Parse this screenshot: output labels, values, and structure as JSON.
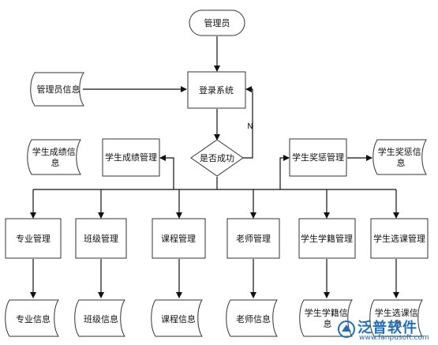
{
  "nodes": {
    "admin": "管理员",
    "admin_info": "管理员信息",
    "login": "登录系统",
    "success": "是否成功",
    "grade_info": "学生成绩信\n息",
    "grade_mgmt": "学生成绩管理",
    "reward_mgmt": "学生奖惩管理",
    "reward_info": "学生奖惩信\n息",
    "major_mgmt": "专业管理",
    "class_mgmt": "班级管理",
    "course_mgmt": "课程管理",
    "teacher_mgmt": "老师管理",
    "status_mgmt": "学生学籍管理",
    "elective_mgmt": "学生选课管理",
    "major_info": "专业信息",
    "class_info": "班级信息",
    "course_info": "课程信息",
    "teacher_info": "老师信息",
    "status_info": "学生学籍信\n息",
    "elective_info": "学生选课信\n息"
  },
  "edge_labels": {
    "no": "N"
  },
  "watermark": {
    "brand": "泛普软件",
    "url": "www.fanpusoft.com"
  },
  "colors": {
    "watermark": "#1f6fb8"
  }
}
